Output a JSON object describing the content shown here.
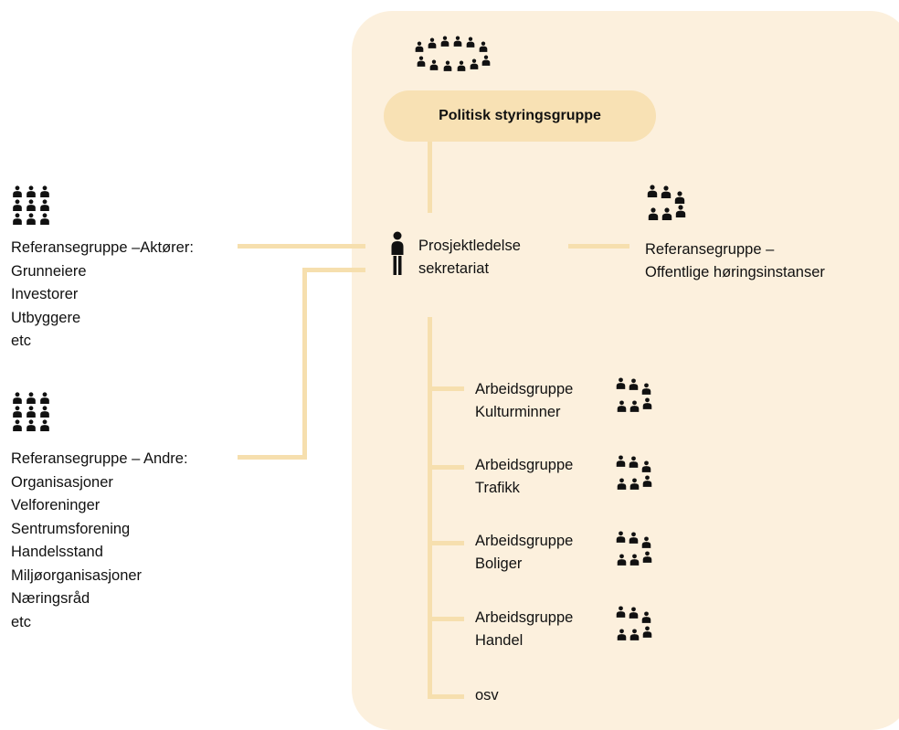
{
  "colors": {
    "panel": "#fcf0dd",
    "pill": "#f8e1b4",
    "connector": "#f6dfae",
    "text": "#111111"
  },
  "steering_group": {
    "label": "Politisk styringsgruppe",
    "icon": "crowd-icon"
  },
  "project_management": {
    "lines": [
      "Prosjektledelse",
      "sekretariat"
    ],
    "icon": "person-icon"
  },
  "reference_public": {
    "lines": [
      "Referansegruppe –",
      "Offentlige høringsinstanser"
    ],
    "icon": "group-icon"
  },
  "reference_actors": {
    "title": "Referansegruppe –Aktører:",
    "items": [
      "Grunneiere",
      "Investorer",
      "Utbyggere",
      "etc"
    ],
    "icon": "group-icon"
  },
  "reference_others": {
    "title": "Referansegruppe – Andre:",
    "items": [
      "Organisasjoner",
      "Velforeninger",
      "Sentrumsforening",
      "Handelsstand",
      "Miljøorganisasjoner",
      "Næringsråd",
      "etc"
    ],
    "icon": "group-icon"
  },
  "working_groups": [
    {
      "line1": "Arbeidsgruppe",
      "line2": "Kulturminner",
      "icon": "group-icon"
    },
    {
      "line1": "Arbeidsgruppe",
      "line2": "Trafikk",
      "icon": "group-icon"
    },
    {
      "line1": "Arbeidsgruppe",
      "line2": "Boliger",
      "icon": "group-icon"
    },
    {
      "line1": "Arbeidsgruppe",
      "line2": "Handel",
      "icon": "group-icon"
    }
  ],
  "more_label": "osv"
}
